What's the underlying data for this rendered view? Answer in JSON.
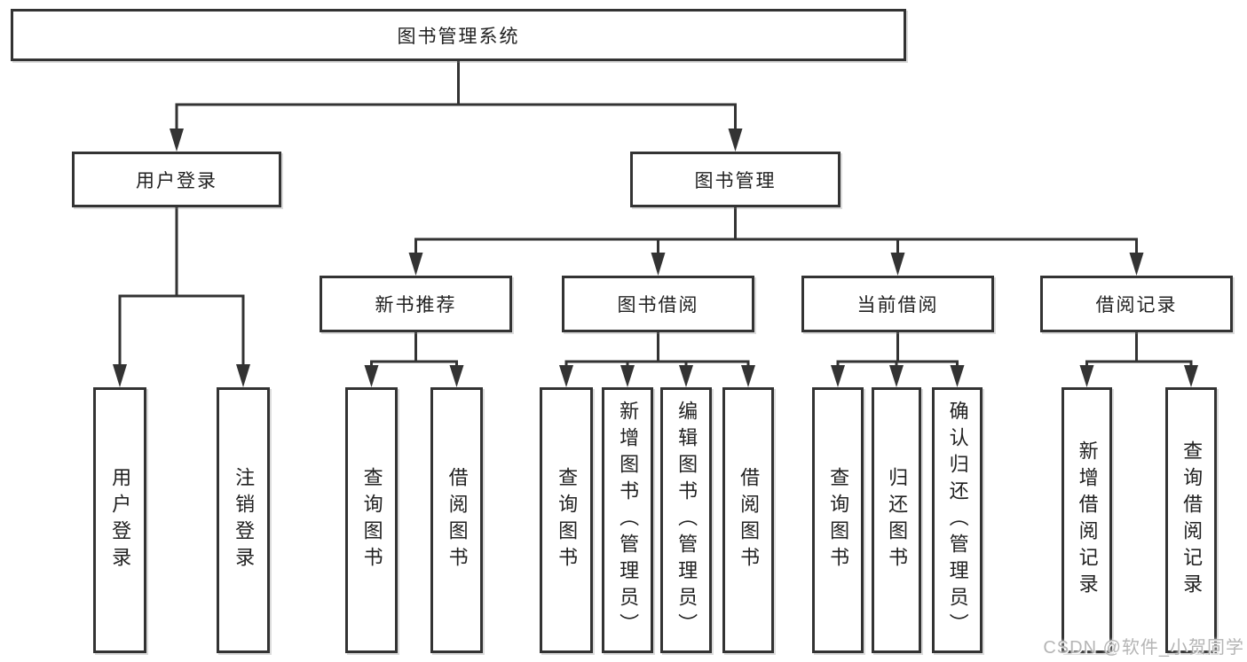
{
  "tree": {
    "root": "图书管理系统",
    "level2": [
      "用户登录",
      "图书管理"
    ],
    "level3": [
      "新书推荐",
      "图书借阅",
      "当前借阅",
      "借阅记录"
    ],
    "leaves": {
      "user_login": [
        "用户登录",
        "注销登录"
      ],
      "new_book": [
        "查询图书",
        "借阅图书"
      ],
      "borrow": [
        "查询图书",
        "新增图书（管理员）",
        "编辑图书（管理员）",
        "借阅图书"
      ],
      "current": [
        "查询图书",
        "归还图书",
        "确认归还（管理员）"
      ],
      "records": [
        "新增借阅记录",
        "查询借阅记录"
      ]
    }
  },
  "watermark": "CSDN @软件_小贺同学",
  "colors": {
    "line": "#333333",
    "text": "#212121",
    "watermark": "#b5b5b5",
    "background": "#ffffff"
  }
}
